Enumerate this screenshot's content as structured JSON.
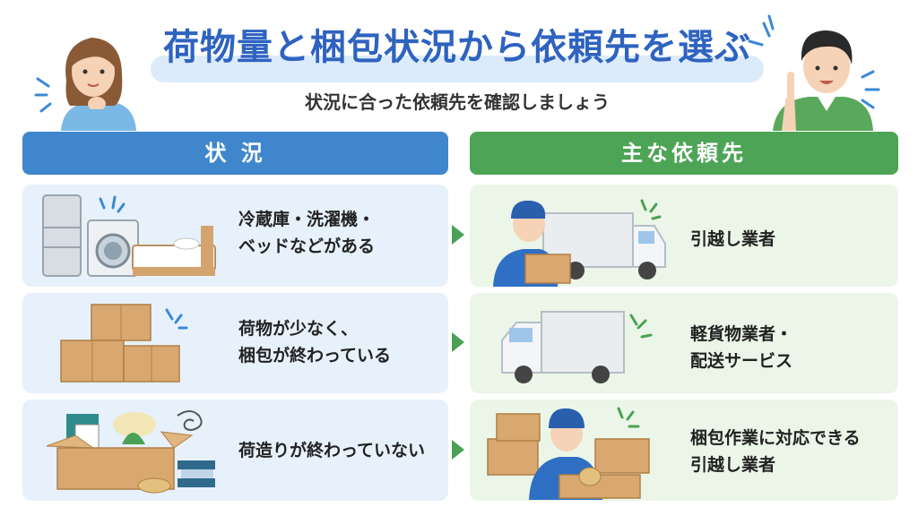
{
  "title": "荷物量と梱包状況から依頼先を選ぶ",
  "subtitle": "状況に合った依頼先を確認しましょう",
  "headers": {
    "situation": "状 況",
    "contractor": "主な依頼先"
  },
  "rows": [
    {
      "situation": "冷蔵庫・洗濯機・\nベッドなどがある",
      "contractor": "引越し業者"
    },
    {
      "situation": "荷物が少なく、\n梱包が終わっている",
      "contractor": "軽貨物業者・\n配送サービス"
    },
    {
      "situation": "荷造りが終わっていない",
      "contractor": "梱包作業に対応できる\n引越し業者"
    }
  ],
  "colors": {
    "title": "#2e63c0",
    "situation_header": "#3f86cc",
    "contractor_header": "#4da456",
    "situation_card": "#e7f1fb",
    "contractor_card": "#ebf6e8",
    "arrow": "#4aa155"
  }
}
